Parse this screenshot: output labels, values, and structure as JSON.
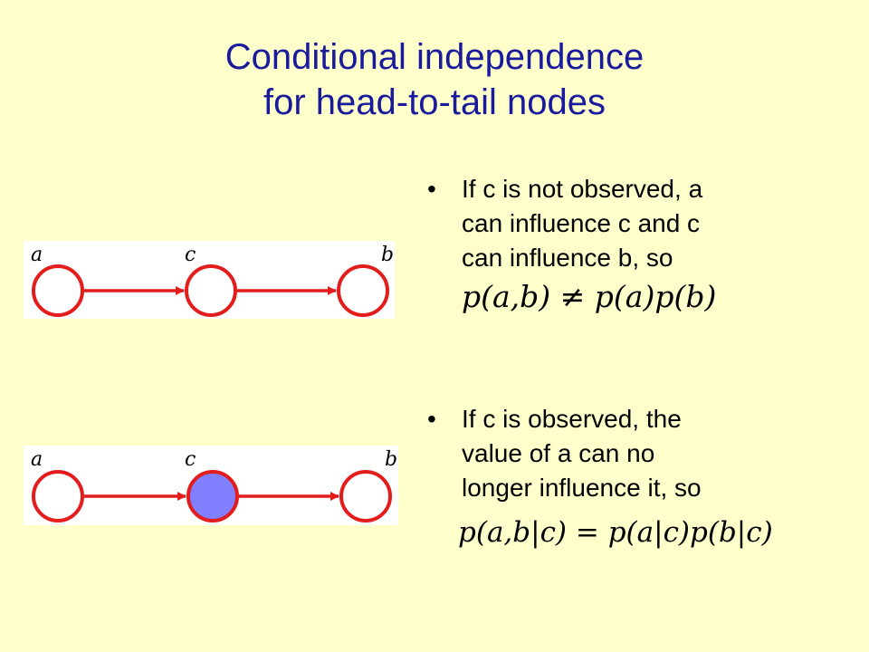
{
  "slide": {
    "title_line1": "Conditional independence",
    "title_line2": "for head-to-tail nodes",
    "colors": {
      "background": "#FFFFCC",
      "title": "#1A1A9C",
      "edge": "#E31C1C",
      "observed_fill": "#8080FF"
    }
  },
  "diagram1": {
    "node_a_label": "a",
    "node_c_label": "c",
    "node_b_label": "b",
    "c_observed": false
  },
  "diagram2": {
    "node_a_label": "a",
    "node_c_label": "c",
    "node_b_label": "b",
    "c_observed": true
  },
  "bullets": [
    {
      "marker": "•",
      "text": "If c is not observed, a\ncan influence c and c\ncan influence b, so",
      "formula": "p(a,b) ≠ p(a)p(b)"
    },
    {
      "marker": "•",
      "text": "If c is observed, the\nvalue of a can no\nlonger influence it, so",
      "formula": "p(a,b|c) = p(a|c)p(b|c)"
    }
  ]
}
